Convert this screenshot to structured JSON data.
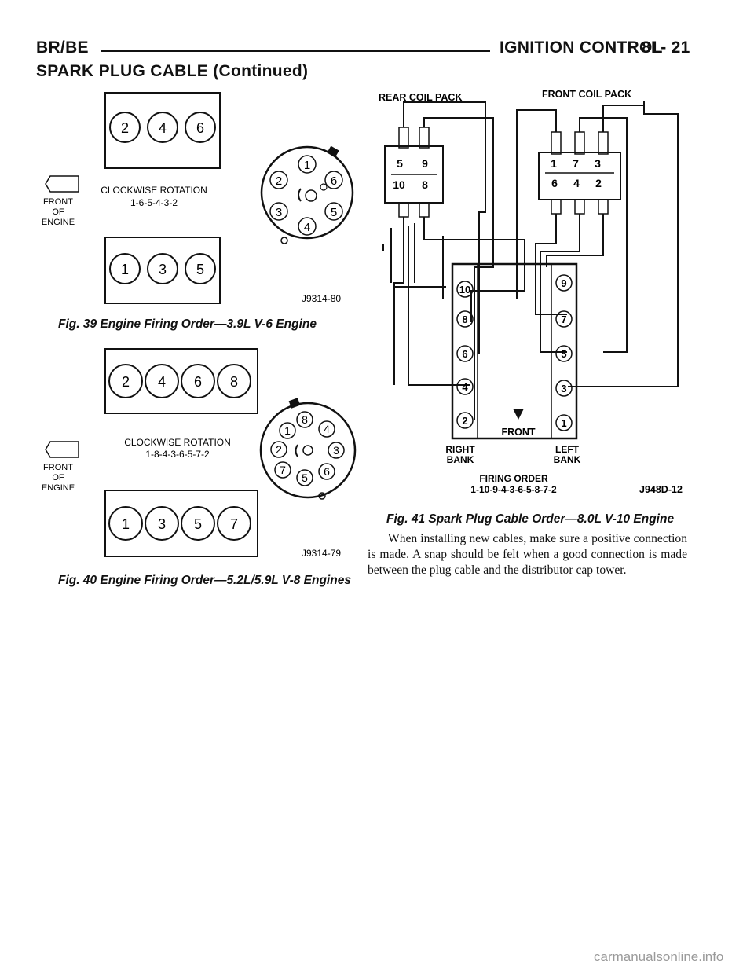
{
  "header": {
    "left": "BR/BE",
    "section": "IGNITION CONTROL",
    "page": "8I - 21"
  },
  "subheading": "SPARK PLUG CABLE (Continued)",
  "fig39": {
    "caption": "Fig. 39 Engine Firing Order—3.9L V-6 Engine",
    "top_bank": [
      "2",
      "4",
      "6"
    ],
    "bottom_bank": [
      "1",
      "3",
      "5"
    ],
    "front_label": [
      "FRONT",
      "OF",
      "ENGINE"
    ],
    "rotation_label": "CLOCKWISE ROTATION",
    "firing_order": "1-6-5-4-3-2",
    "cap_terminals": [
      "1",
      "6",
      "5",
      "4",
      "3",
      "2"
    ],
    "code": "J9314-80"
  },
  "fig40": {
    "caption": "Fig. 40 Engine Firing Order—5.2L/5.9L V-8 Engines",
    "top_bank": [
      "2",
      "4",
      "6",
      "8"
    ],
    "bottom_bank": [
      "1",
      "3",
      "5",
      "7"
    ],
    "front_label": [
      "FRONT",
      "OF",
      "ENGINE"
    ],
    "rotation_label": "CLOCKWISE ROTATION",
    "firing_order": "1-8-4-3-6-5-7-2",
    "cap_terminals": [
      "8",
      "4",
      "3",
      "6",
      "5",
      "7",
      "2",
      "1"
    ],
    "code": "J9314-79"
  },
  "fig41": {
    "caption": "Fig. 41 Spark Plug Cable Order—8.0L V-10 Engine",
    "rear_coil_label": "REAR COIL PACK",
    "front_coil_label": "FRONT COIL PACK",
    "rear_coil_top": [
      "5",
      "9"
    ],
    "rear_coil_bottom": [
      "10",
      "8"
    ],
    "front_coil_top": [
      "1",
      "7",
      "3"
    ],
    "front_coil_bottom": [
      "6",
      "4",
      "2"
    ],
    "right_bank": [
      "10",
      "8",
      "6",
      "4",
      "2"
    ],
    "left_bank": [
      "9",
      "7",
      "5",
      "3",
      "1"
    ],
    "front_arrow_label": "FRONT",
    "right_bank_label": [
      "RIGHT",
      "BANK"
    ],
    "left_bank_label": [
      "LEFT",
      "BANK"
    ],
    "firing_order_label": "FIRING ORDER",
    "firing_order": "1-10-9-4-3-6-5-8-7-2",
    "code": "J948D-12"
  },
  "body_text": "When installing new cables, make sure a positive connection is made. A snap should be felt when a good connection is made between the plug cable and the distributor cap tower.",
  "watermark": "carmanualsonline.info"
}
